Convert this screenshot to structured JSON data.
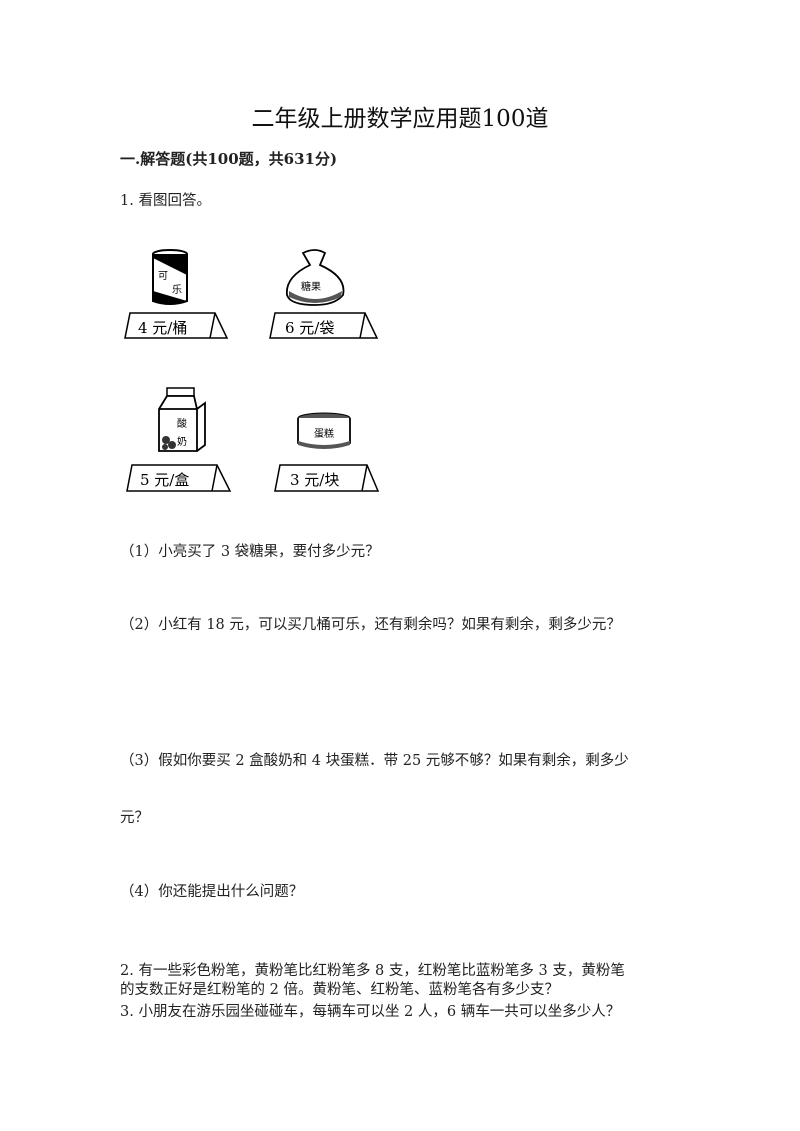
{
  "title": "二年级上册数学应用题100道",
  "section": "一.解答题(共100题，共631分)",
  "q1": {
    "stem": "1. 看图回答。",
    "items": [
      {
        "product": [
          "可",
          "乐"
        ],
        "price": "4 元/桶"
      },
      {
        "product": [
          "糖果"
        ],
        "price": "6 元/袋"
      },
      {
        "product": [
          "酸",
          "奶"
        ],
        "price": "5 元/盒"
      },
      {
        "product": [
          "蛋糕"
        ],
        "price": "3 元/块"
      }
    ],
    "sub": [
      "（1）小亮买了 3 袋糖果，要付多少元？",
      "（2）小红有 18 元，可以买几桶可乐，还有剩余吗？如果有剩余，剩多少元？",
      "（3）假如你要买 2 盒酸奶和 4 块蛋糕．带 25 元够不够？如果有剩余，剩多少",
      "元？",
      "（4）你还能提出什么问题？"
    ]
  },
  "q2": [
    "2. 有一些彩色粉笔，黄粉笔比红粉笔多 8  支，红粉笔比蓝粉笔多 3 支，黄粉笔",
    "的支数正好是红粉笔的 2 倍。黄粉笔、红粉笔、蓝粉笔各有多少支？"
  ],
  "q3": "3. 小朋友在游乐园坐碰碰车，每辆车可以坐 2 人，6 辆车一共可以坐多少人？"
}
